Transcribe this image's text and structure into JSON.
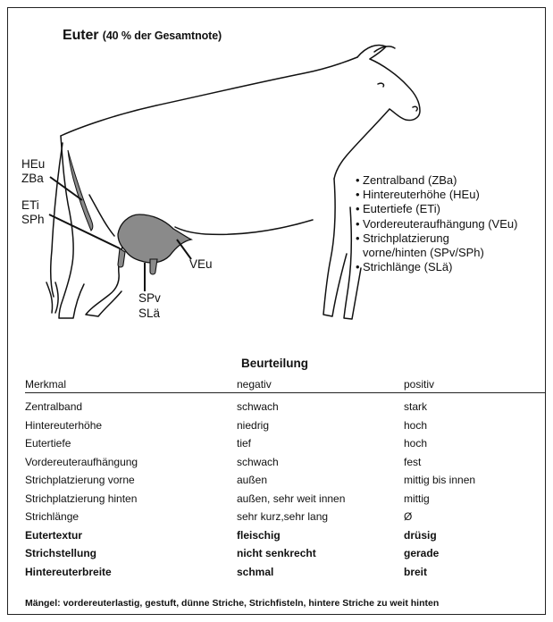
{
  "title": {
    "main": "Euter",
    "sub": "(40 % der Gesamtnote)"
  },
  "illustration": {
    "labels": {
      "heu": "HEu",
      "zba": "ZBa",
      "eti": "ETi",
      "sph": "SPh",
      "veu": "VEu",
      "spv": "SPv",
      "sla": "SLä"
    },
    "colors": {
      "udder_fill": "#8a8a8a",
      "outline": "#111111"
    }
  },
  "trait_list": [
    "Zentralband (ZBa)",
    "Hintereuterhöhe (HEu)",
    "Eutertiefe (ETi)",
    "Vordereuteraufhängung (VEu)",
    "Strichplatzierung",
    "vorne/hinten (SPv/SPh)",
    "Strichlänge (SLä)"
  ],
  "table": {
    "heading": "Beurteilung",
    "columns": [
      "Merkmal",
      "negativ",
      "positiv"
    ],
    "rows": [
      {
        "merkmal": "Zentralband",
        "negativ": "schwach",
        "positiv": "stark"
      },
      {
        "merkmal": "Hintereuterhöhe",
        "negativ": "niedrig",
        "positiv": "hoch"
      },
      {
        "merkmal": "Eutertiefe",
        "negativ": "tief",
        "positiv": "hoch"
      },
      {
        "merkmal": "Vordereuteraufhängung",
        "negativ": "schwach",
        "positiv": "fest"
      },
      {
        "merkmal": "Strichplatzierung vorne",
        "negativ": "außen",
        "positiv": "mittig bis innen"
      },
      {
        "merkmal": "Strichplatzierung hinten",
        "negativ": "außen, sehr weit innen",
        "positiv": "mittig"
      },
      {
        "merkmal": "Strichlänge",
        "negativ": "sehr kurz,sehr lang",
        "positiv": "Ø"
      },
      {
        "merkmal": "Eutertextur",
        "negativ": "fleischig",
        "positiv": "drüsig"
      },
      {
        "merkmal": "Strichstellung",
        "negativ": "nicht senkrecht",
        "positiv": "gerade"
      },
      {
        "merkmal": "Hintereuterbreite",
        "negativ": "schmal",
        "positiv": "breit"
      }
    ]
  },
  "note": "Mängel: vordereuterlastig, gestuft, dünne Striche, Strichfisteln, hintere Striche zu weit hinten"
}
